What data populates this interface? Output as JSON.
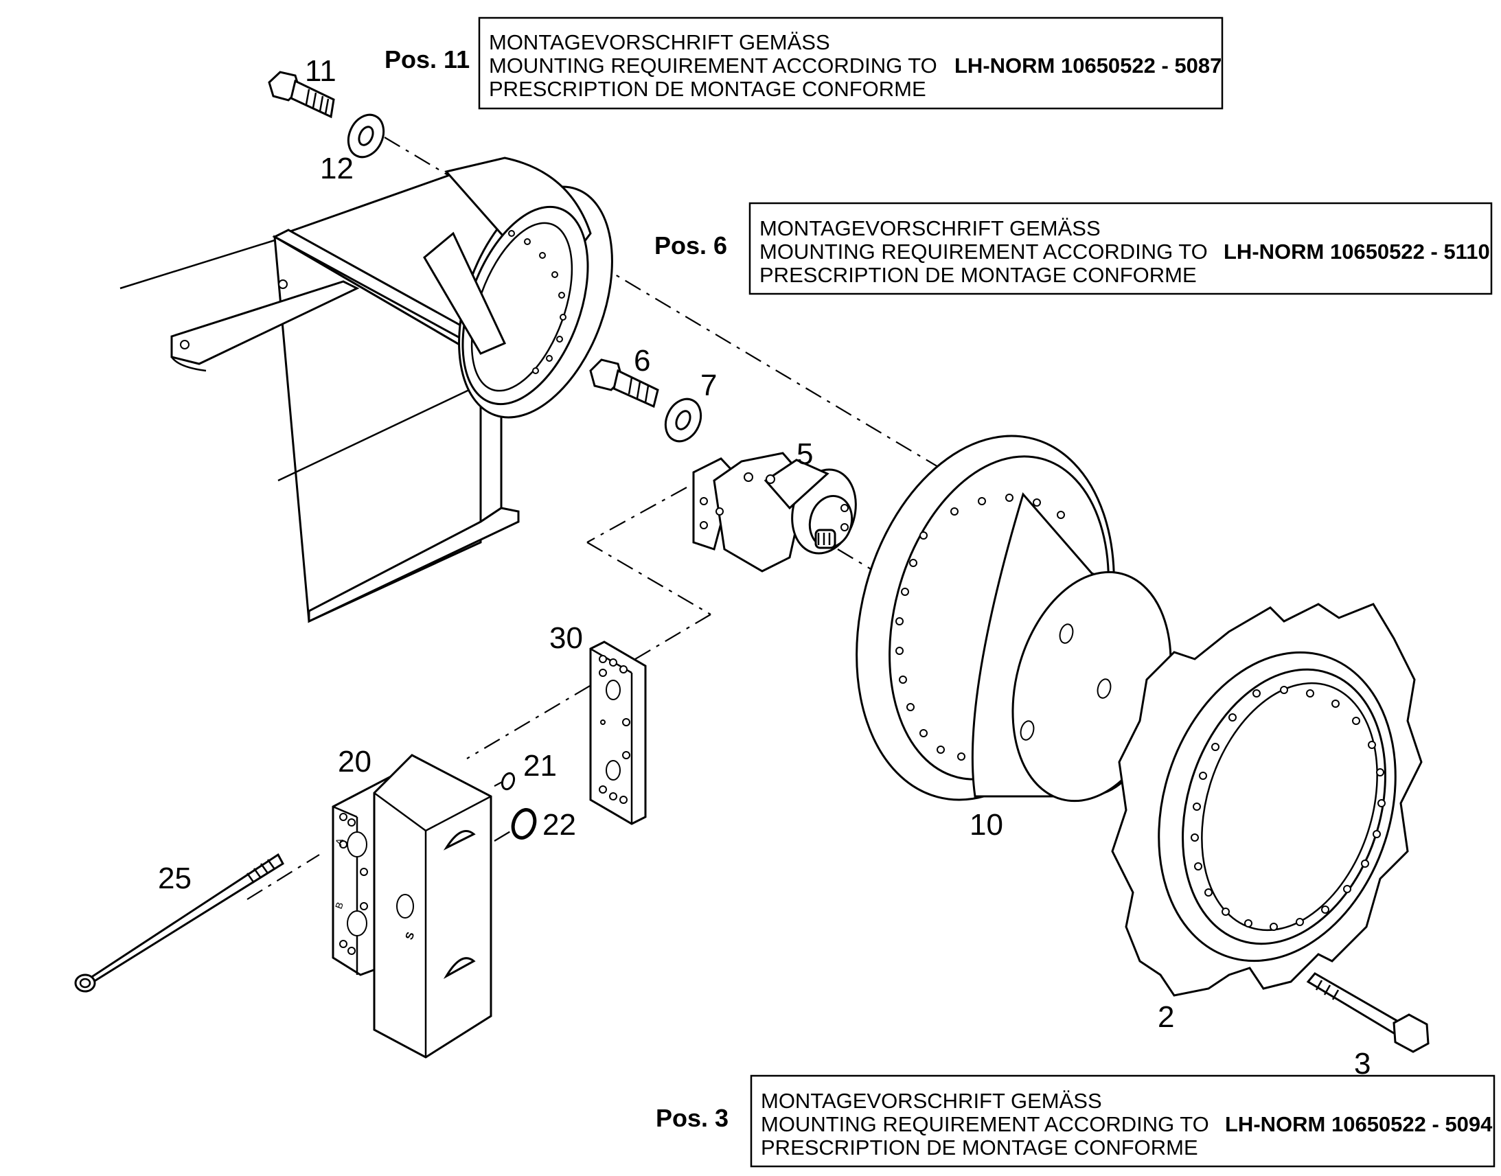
{
  "notes": [
    {
      "pos_label": "Pos. 11",
      "lines": [
        "MONTAGEVORSCHRIFT GEMÄSS",
        "MOUNTING REQUIREMENT ACCORDING TO",
        "PRESCRIPTION DE MONTAGE CONFORME"
      ],
      "norm": "LH-NORM 10650522 - 5087"
    },
    {
      "pos_label": "Pos. 6",
      "lines": [
        "MONTAGEVORSCHRIFT GEMÄSS",
        "MOUNTING REQUIREMENT ACCORDING TO",
        "PRESCRIPTION DE MONTAGE CONFORME"
      ],
      "norm": "LH-NORM 10650522 - 5110"
    },
    {
      "pos_label": "Pos. 3",
      "lines": [
        "MONTAGEVORSCHRIFT GEMÄSS",
        "MOUNTING REQUIREMENT ACCORDING TO",
        "PRESCRIPTION DE MONTAGE CONFORME"
      ],
      "norm": "LH-NORM 10650522 - 5094"
    }
  ],
  "callouts": {
    "p11": "11",
    "p12": "12",
    "p6": "6",
    "p7": "7",
    "p5": "5",
    "p30": "30",
    "p20": "20",
    "p21": "21",
    "p22": "22",
    "p25": "25",
    "p10": "10",
    "p2": "2",
    "p3": "3"
  },
  "part_marks": {
    "port_a": "A",
    "port_b": "B",
    "port_s": "S"
  }
}
